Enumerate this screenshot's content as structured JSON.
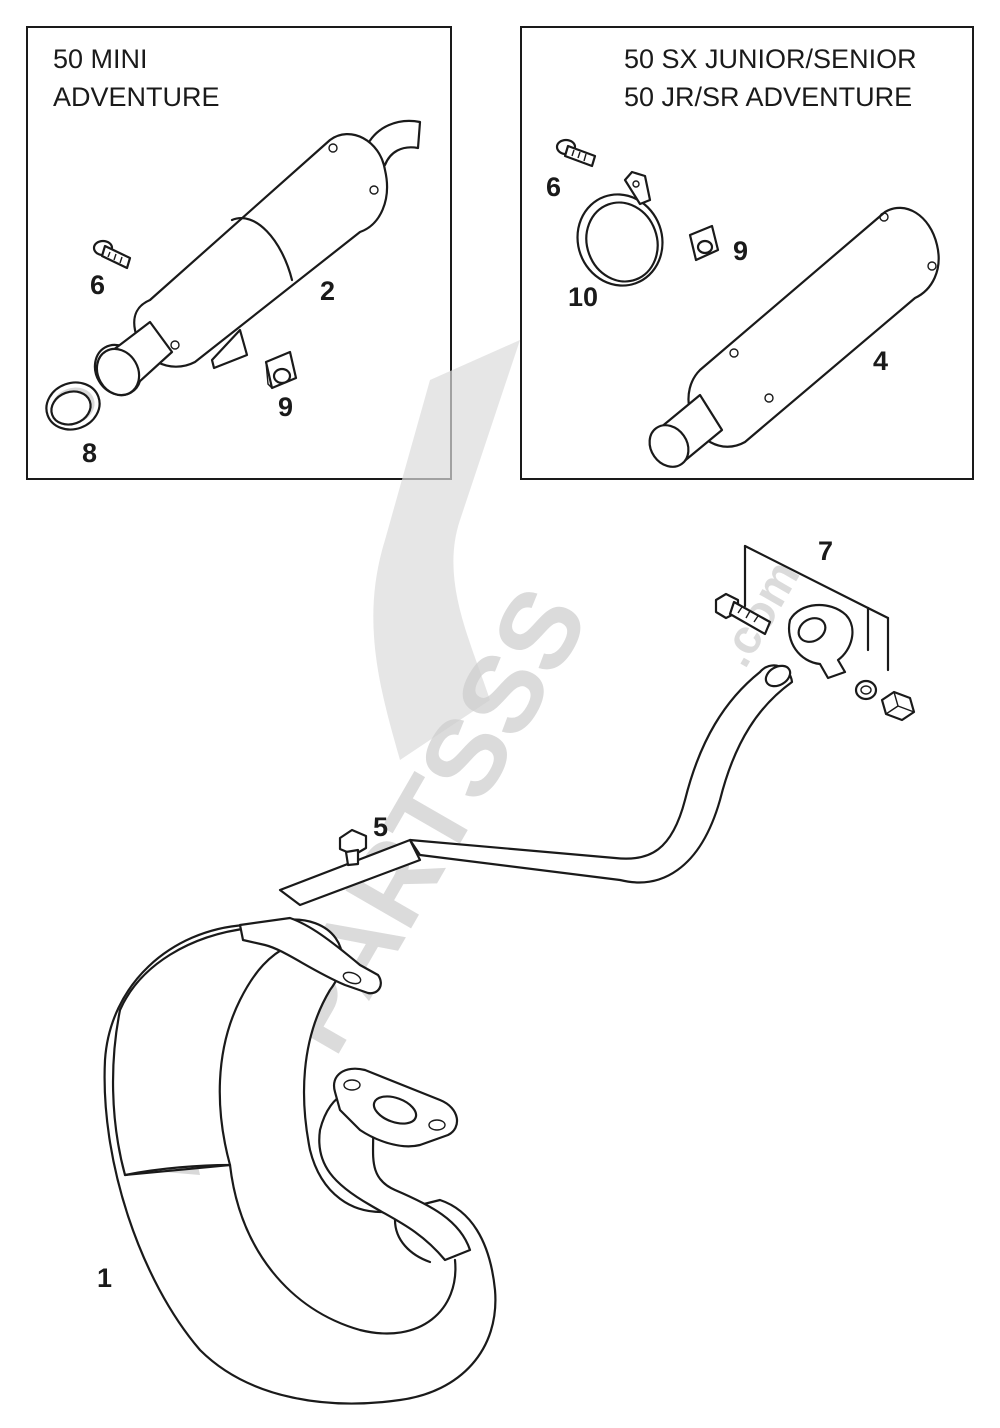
{
  "boxes": {
    "left_title": [
      "50 MINI",
      "ADVENTURE"
    ],
    "right_title": [
      "50 SX JUNIOR/SENIOR",
      "50 JR/SR ADVENTURE"
    ]
  },
  "callouts": {
    "p1": "1",
    "p2": "2",
    "p4": "4",
    "p5": "5",
    "p6_left": "6",
    "p6_right": "6",
    "p7": "7",
    "p8": "8",
    "p9_left": "9",
    "p9_right": "9",
    "p10": "10"
  },
  "watermark": {
    "text": "PARTSSS",
    "suffix": ".com",
    "color": "#cfcfcf"
  },
  "colors": {
    "line": "#1a1a1a",
    "shade": "#d9d9d9",
    "background": "#ffffff"
  }
}
